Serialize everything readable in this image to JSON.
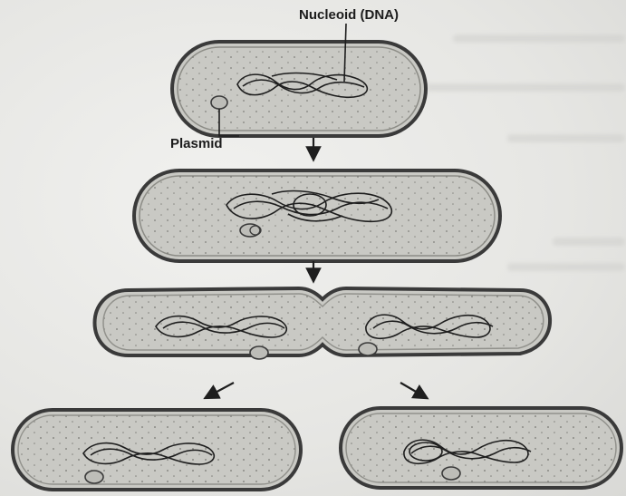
{
  "labels": {
    "nucleoid": "Nucleoid (DNA)",
    "plasmid": "Plasmid"
  },
  "stages": [
    {
      "stage": 1,
      "description_cells": 1
    },
    {
      "stage": 2,
      "description_cells": 1
    },
    {
      "stage": 3,
      "description_cells": 2
    },
    {
      "stage": 4,
      "description_cells": 2
    }
  ],
  "colors": {
    "cell_fill": "#c9c9c4",
    "cell_outline": "#3a3a3a",
    "dna_stroke": "#1e1e1e",
    "arrow": "#1e1e1e"
  },
  "icons": [
    "down-arrow-icon",
    "diagonal-arrow-icon"
  ]
}
